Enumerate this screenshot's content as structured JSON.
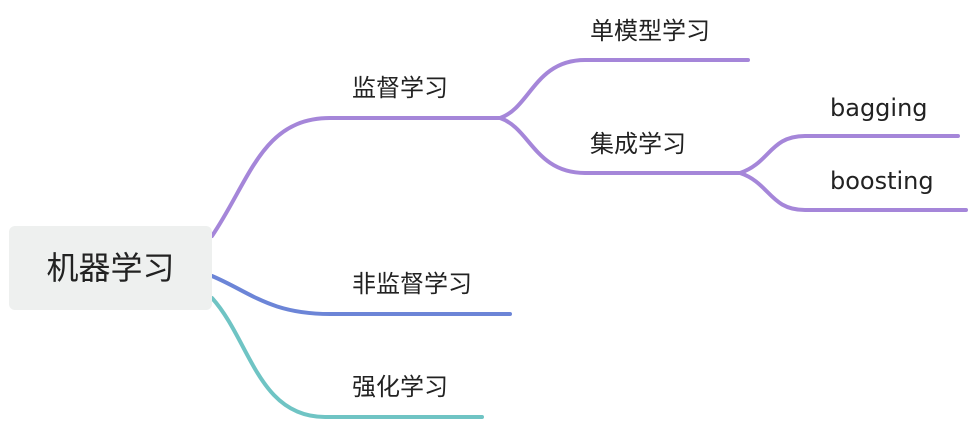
{
  "root": {
    "label": "机器学习"
  },
  "colors": {
    "purple": "#a586d9",
    "blue": "#6c85d7",
    "teal": "#6fc4c4",
    "root_bg": "#eef0ef"
  },
  "branches": {
    "supervised": {
      "label": "监督学习",
      "single_model": "单模型学习",
      "ensemble": {
        "label": "集成学习",
        "bagging": "bagging",
        "boosting": "boosting"
      }
    },
    "unsupervised": {
      "label": "非监督学习"
    },
    "reinforcement": {
      "label": "强化学习"
    }
  }
}
